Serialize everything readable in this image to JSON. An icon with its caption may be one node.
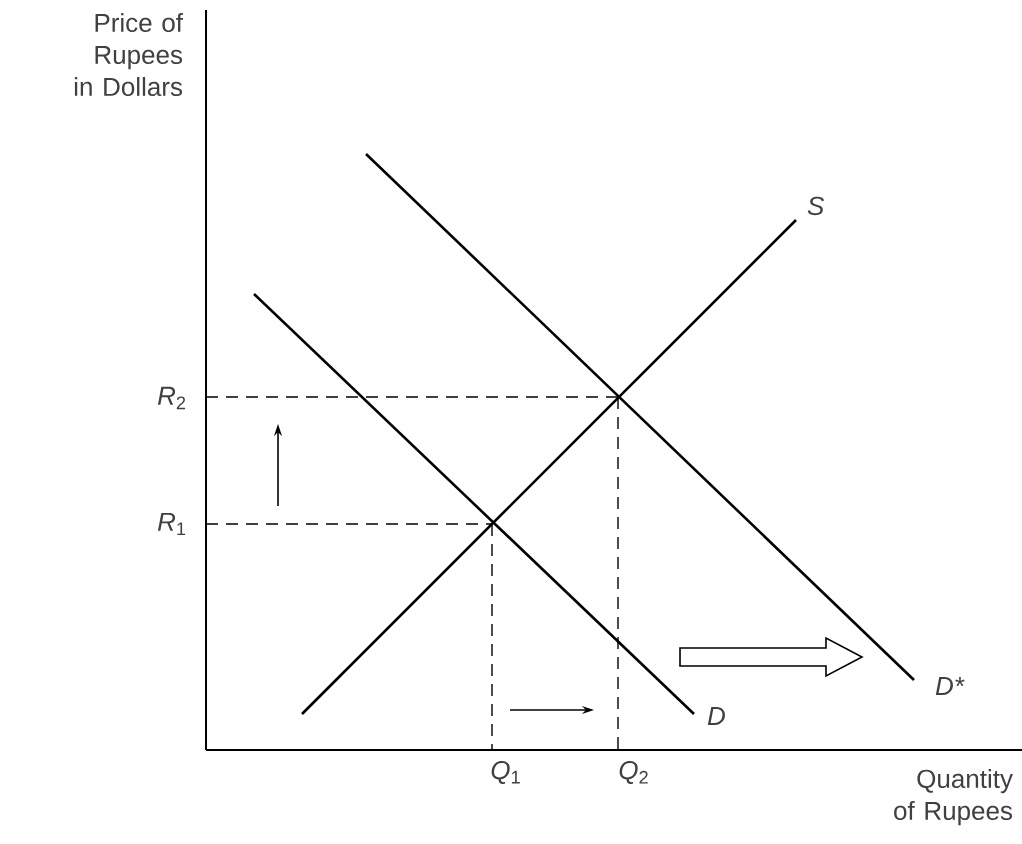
{
  "diagram": {
    "labels": [
      "Price of Rupees in Dollars",
      "S",
      "*R*$_{2}$",
      "*R*$_{1}$",
      "D*",
      "D",
      "*Q*$_{1}$",
      "*Q*$_{2}$",
      "Quantity of Rupees"
    ]
  }
}
